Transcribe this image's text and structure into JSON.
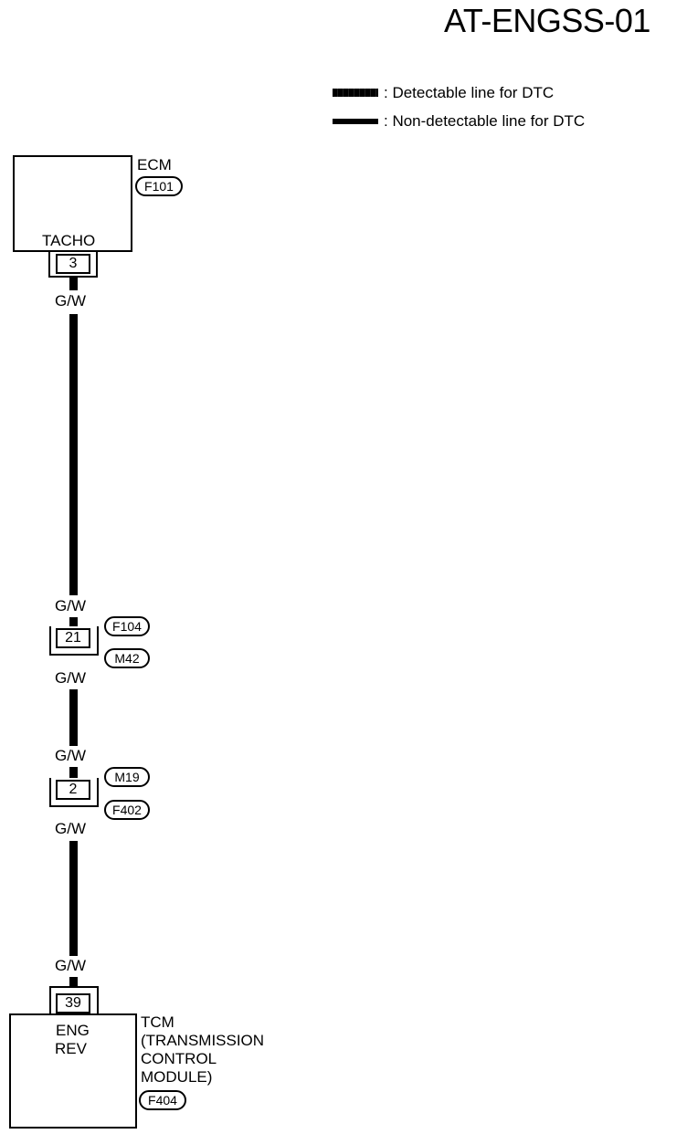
{
  "diagram_id": "AT-ENGSS-01",
  "legend": {
    "detectable": ": Detectable line for DTC",
    "non_detectable": ": Non-detectable line for DTC"
  },
  "ecm": {
    "name": "ECM",
    "connector": "F101",
    "pin_label": "TACHO",
    "terminal": "3"
  },
  "wire_color": "G/W",
  "joint1": {
    "terminal": "21",
    "connector_top": "F104",
    "connector_bottom": "M42"
  },
  "joint2": {
    "terminal": "2",
    "connector_top": "M19",
    "connector_bottom": "F402"
  },
  "tcm": {
    "terminal": "39",
    "pin_label_1": "ENG",
    "pin_label_2": "REV",
    "name_line1": "TCM",
    "name_line2": "(TRANSMISSION",
    "name_line3": "CONTROL",
    "name_line4": "MODULE)",
    "connector": "F404"
  }
}
